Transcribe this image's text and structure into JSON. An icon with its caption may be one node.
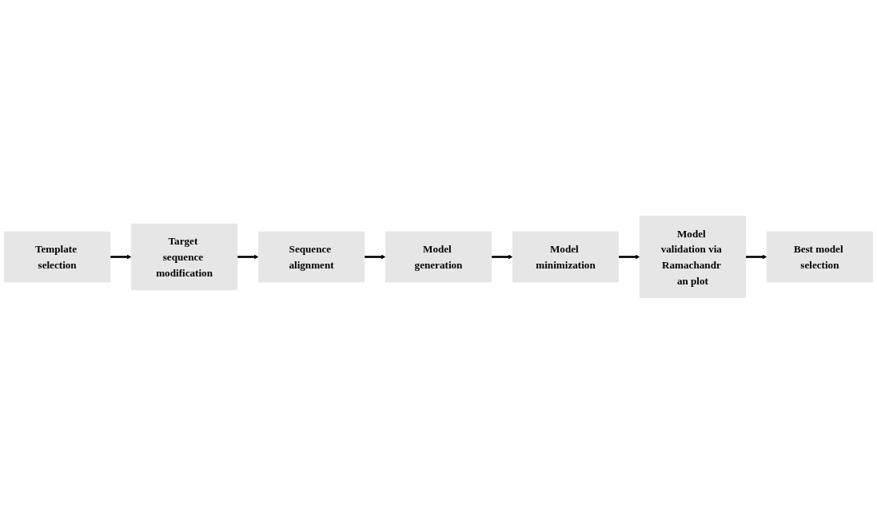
{
  "diagram": {
    "nodes": [
      {
        "text": [
          "Template selection"
        ]
      },
      {
        "text": [
          "Target sequence modification"
        ]
      },
      {
        "text": [
          "Sequence alignment"
        ]
      },
      {
        "text": [
          "Model generation"
        ]
      },
      {
        "text": [
          "Model minimization"
        ]
      },
      {
        "text": [
          "Model validation via Ramachandr an plot"
        ]
      },
      {
        "text": [
          "Best model selection"
        ]
      }
    ],
    "edges": [
      {
        "from": 0,
        "to": 1,
        "arrow": "to"
      },
      {
        "from": 1,
        "to": 2,
        "arrow": "to"
      },
      {
        "from": 2,
        "to": 3,
        "arrow": "to"
      },
      {
        "from": 3,
        "to": 4,
        "arrow": "to"
      },
      {
        "from": 4,
        "to": 5,
        "arrow": "to"
      },
      {
        "from": 5,
        "to": 6,
        "arrow": "to"
      }
    ]
  }
}
